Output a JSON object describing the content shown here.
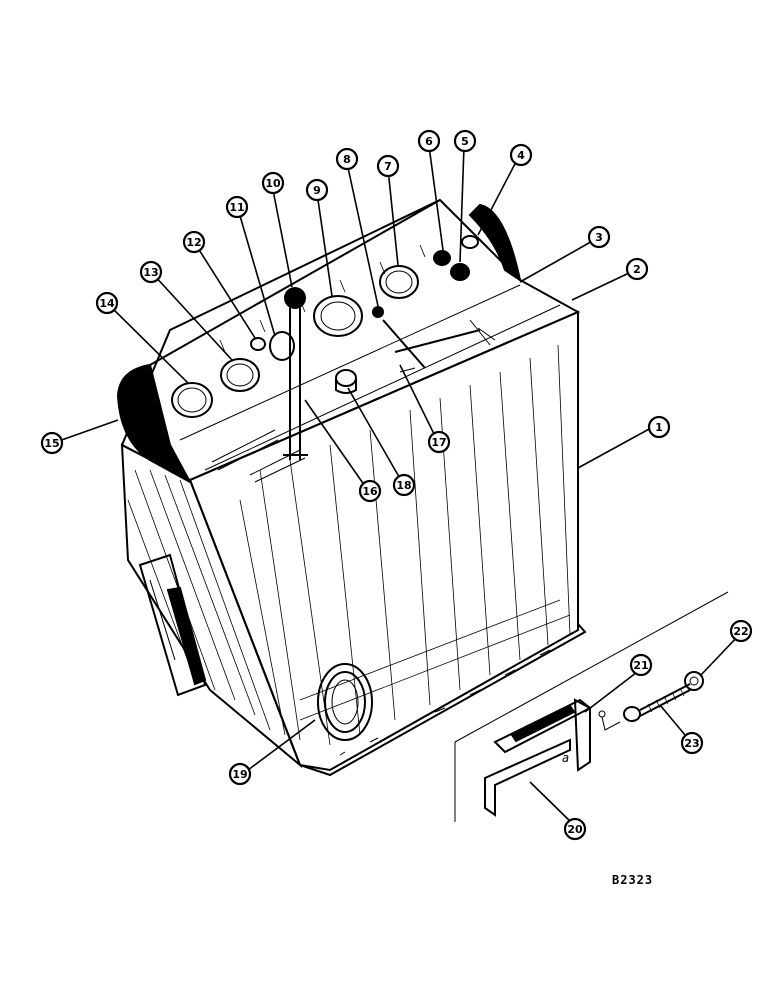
{
  "callouts": [
    {
      "id": "c1",
      "label": "1"
    },
    {
      "id": "c2",
      "label": "2"
    },
    {
      "id": "c3",
      "label": "3"
    },
    {
      "id": "c4",
      "label": "4"
    },
    {
      "id": "c5",
      "label": "5"
    },
    {
      "id": "c6",
      "label": "6"
    },
    {
      "id": "c7",
      "label": "7"
    },
    {
      "id": "c8",
      "label": "8"
    },
    {
      "id": "c9",
      "label": "9"
    },
    {
      "id": "c10",
      "label": "10"
    },
    {
      "id": "c11",
      "label": "11"
    },
    {
      "id": "c12",
      "label": "12"
    },
    {
      "id": "c13",
      "label": "13"
    },
    {
      "id": "c14",
      "label": "14"
    },
    {
      "id": "c15",
      "label": "15"
    },
    {
      "id": "c16",
      "label": "16"
    },
    {
      "id": "c17",
      "label": "17"
    },
    {
      "id": "c18",
      "label": "18"
    },
    {
      "id": "c19",
      "label": "19"
    },
    {
      "id": "c20",
      "label": "20"
    },
    {
      "id": "c21",
      "label": "21"
    },
    {
      "id": "c22",
      "label": "22"
    },
    {
      "id": "c23",
      "label": "23"
    }
  ],
  "bracket_mark": "a",
  "drawing_code": "B2323"
}
